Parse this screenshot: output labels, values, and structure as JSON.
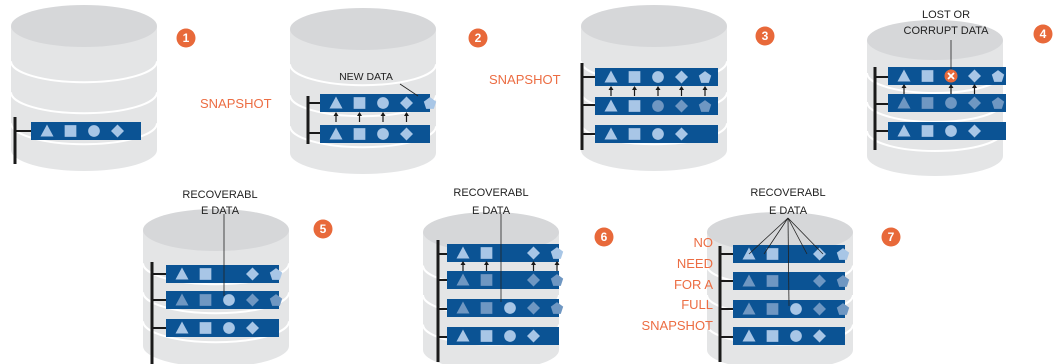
{
  "colors": {
    "cylinder": "#e4e5e6",
    "cylinder_top": "#d6d7d9",
    "rail": "#1a1a1a",
    "bar": "#0b5394",
    "bar_dark": "#094578",
    "shape": "#a8c6e6",
    "shape_faded": "#6f97c2",
    "badge": "#e8693a",
    "label_orange": "#ec6d43",
    "text_dark": "#222222",
    "error": "#e8693a"
  },
  "steps": [
    {
      "number": "1"
    },
    {
      "number": "2",
      "note": "NEW DATA",
      "side_label": "SNAPSHOT"
    },
    {
      "number": "3",
      "side_label": "SNAPSHOT"
    },
    {
      "number": "4",
      "note_lines": [
        "LOST OR",
        "CORRUPT DATA"
      ]
    },
    {
      "number": "5",
      "note_lines": [
        "RECOVERABL",
        "E DATA"
      ]
    },
    {
      "number": "6",
      "note_lines": [
        "RECOVERABL",
        "E DATA"
      ]
    },
    {
      "number": "7",
      "note_lines": [
        "RECOVERABL",
        "E DATA"
      ],
      "side_lines": [
        "NO",
        "NEED",
        "FOR A",
        "FULL",
        "SNAPSHOT"
      ]
    }
  ],
  "icons": {
    "shapes": [
      "triangle-icon",
      "square-icon",
      "circle-icon",
      "diamond-icon",
      "pentagon-icon"
    ],
    "error": "x-circle-icon"
  }
}
